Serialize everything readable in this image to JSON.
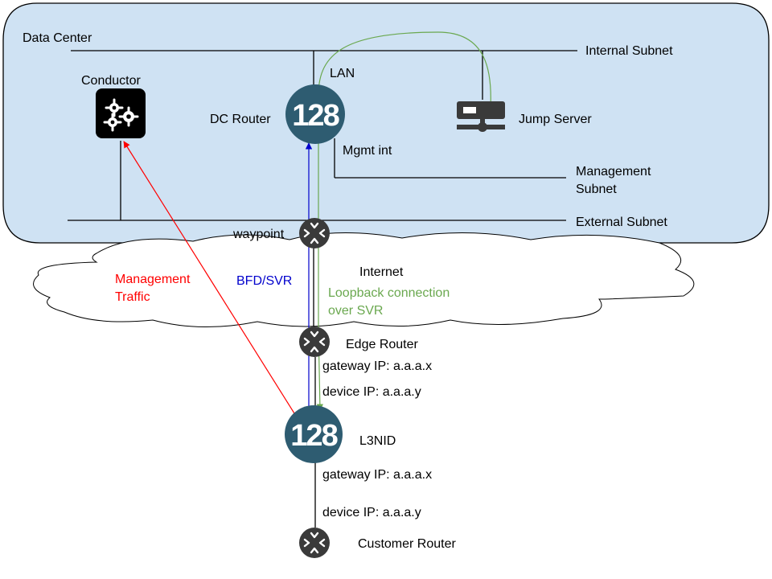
{
  "colors": {
    "dc_fill": "#cfe2f3",
    "line": "#000000",
    "node_dark": "#3a3a3a",
    "router_teal": "#2e5c71",
    "management": "#ff0000",
    "bfd": "#0000cc",
    "loopback": "#6aa84f",
    "cloud_stroke": "#000000"
  },
  "labels": {
    "data_center": "Data Center",
    "internal_subnet": "Internal Subnet",
    "lan": "LAN",
    "conductor": "Conductor",
    "dc_router": "DC Router",
    "jump_server": "Jump Server",
    "mgmt_int": "Mgmt int",
    "management_subnet_1": "Management",
    "management_subnet_2": "Subnet",
    "external_subnet": "External Subnet",
    "waypoint": "waypoint",
    "internet": "Internet",
    "management_traffic_1": "Management",
    "management_traffic_2": "Traffic",
    "bfd_svr": "BFD/SVR",
    "loopback_1": "Loopback connection",
    "loopback_2": "over SVR",
    "edge_router": "Edge Router",
    "edge_gateway_ip": "gateway IP: a.a.a.x",
    "edge_device_ip": "device IP: a.a.a.y",
    "l3nid": "L3NID",
    "l3nid_gateway_ip": "gateway IP: a.a.a.x",
    "l3nid_device_ip": "device IP: a.a.a.y",
    "customer_router": "Customer Router",
    "router_logo": "128"
  },
  "icons": {
    "conductor": "gears-icon",
    "jump_server": "server-icon",
    "waypoint": "router-arrows-icon",
    "edge_router": "router-arrows-icon",
    "customer_router": "router-arrows-icon",
    "dc_router": "128-logo",
    "l3nid": "128-logo"
  }
}
